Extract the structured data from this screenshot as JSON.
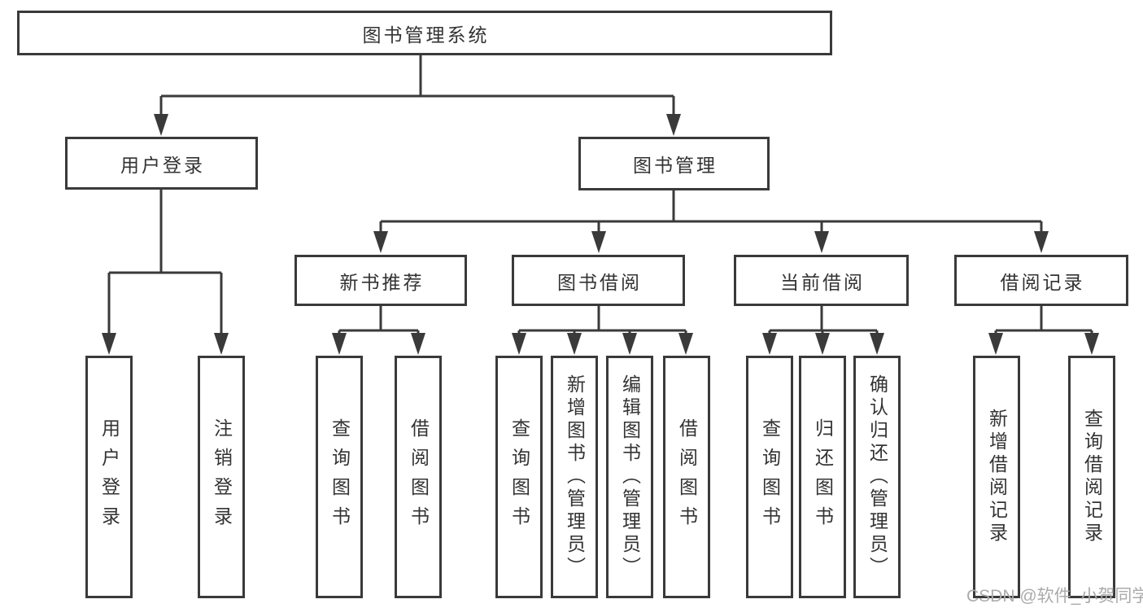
{
  "diagram_title": "图书管理系统",
  "nodes": {
    "root": {
      "label": "图书管理系统",
      "children": [
        "用户登录",
        "图书管理"
      ]
    },
    "user_login": {
      "label": "用户登录",
      "children": [
        "用户登录",
        "注销登录"
      ]
    },
    "book_management": {
      "label": "图书管理",
      "children": [
        "新书推荐",
        "图书借阅",
        "当前借阅",
        "借阅记录"
      ]
    },
    "new_book_recommend": {
      "label": "新书推荐",
      "children": [
        "查询图书",
        "借阅图书"
      ]
    },
    "book_borrow": {
      "label": "图书借阅",
      "children": [
        "查询图书",
        "新增图书（管理员）",
        "编辑图书（管理员）",
        "借阅图书"
      ]
    },
    "current_borrow": {
      "label": "当前借阅",
      "children": [
        "查询图书",
        "归还图书",
        "确认归还（管理员）"
      ]
    },
    "borrow_records": {
      "label": "借阅记录",
      "children": [
        "新增借阅记录",
        "查询借阅记录"
      ]
    }
  },
  "leaves": [
    {
      "parent": "用户登录",
      "label": "用户登录"
    },
    {
      "parent": "用户登录",
      "label": "注销登录"
    },
    {
      "parent": "新书推荐",
      "label": "查询图书"
    },
    {
      "parent": "新书推荐",
      "label": "借阅图书"
    },
    {
      "parent": "图书借阅",
      "label": "查询图书"
    },
    {
      "parent": "图书借阅",
      "label": "新增图书（管理员）"
    },
    {
      "parent": "图书借阅",
      "label": "编辑图书（管理员）"
    },
    {
      "parent": "图书借阅",
      "label": "借阅图书"
    },
    {
      "parent": "当前借阅",
      "label": "查询图书"
    },
    {
      "parent": "当前借阅",
      "label": "归还图书"
    },
    {
      "parent": "当前借阅",
      "label": "确认归还（管理员）"
    },
    {
      "parent": "借阅记录",
      "label": "新增借阅记录"
    },
    {
      "parent": "借阅记录",
      "label": "查询借阅记录"
    }
  ],
  "watermark": {
    "text": "CSDN @软件_小贺同学"
  },
  "colors": {
    "line": "#3a3a3a",
    "box_border": "#3a3a3a",
    "text": "#333333",
    "watermark_text": "#ababab",
    "background": "#ffffff"
  }
}
